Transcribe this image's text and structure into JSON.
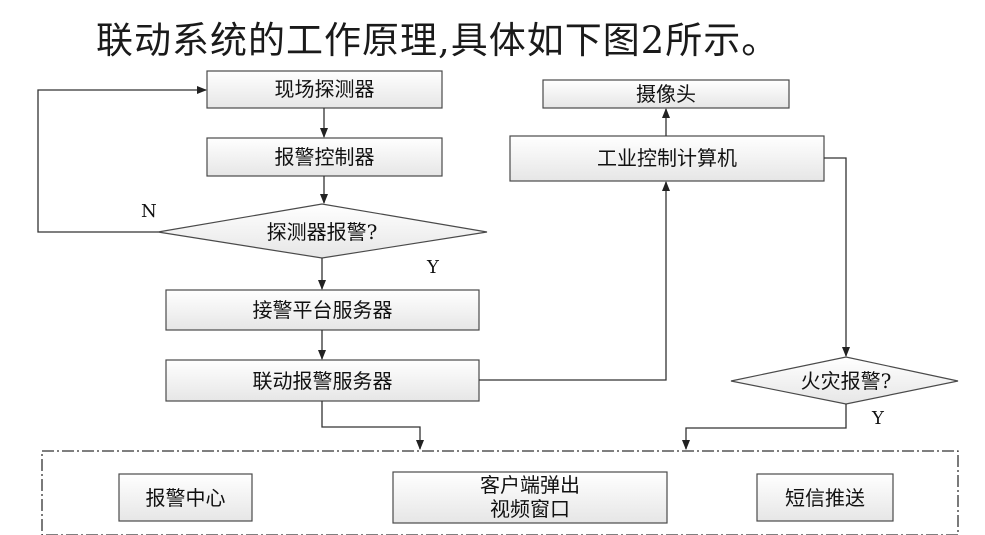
{
  "title": "联动系统的工作原理,具体如下图2所示。",
  "nodes": {
    "detector": "现场探测器",
    "alarm_controller": "报警控制器",
    "detector_alarm_q": "探测器报警?",
    "receiving_server": "接警平台服务器",
    "linkage_server": "联动报警服务器",
    "camera": "摄像头",
    "industrial_pc": "工业控制计算机",
    "fire_alarm_q": "火灾报警?",
    "alarm_center": "报警中心",
    "client_popup_line1": "客户端弹出",
    "client_popup_line2": "视频窗口",
    "sms_push": "短信推送"
  },
  "edge_labels": {
    "no_branch": "N",
    "yes_branch_1": "Y",
    "yes_branch_2": "Y"
  }
}
